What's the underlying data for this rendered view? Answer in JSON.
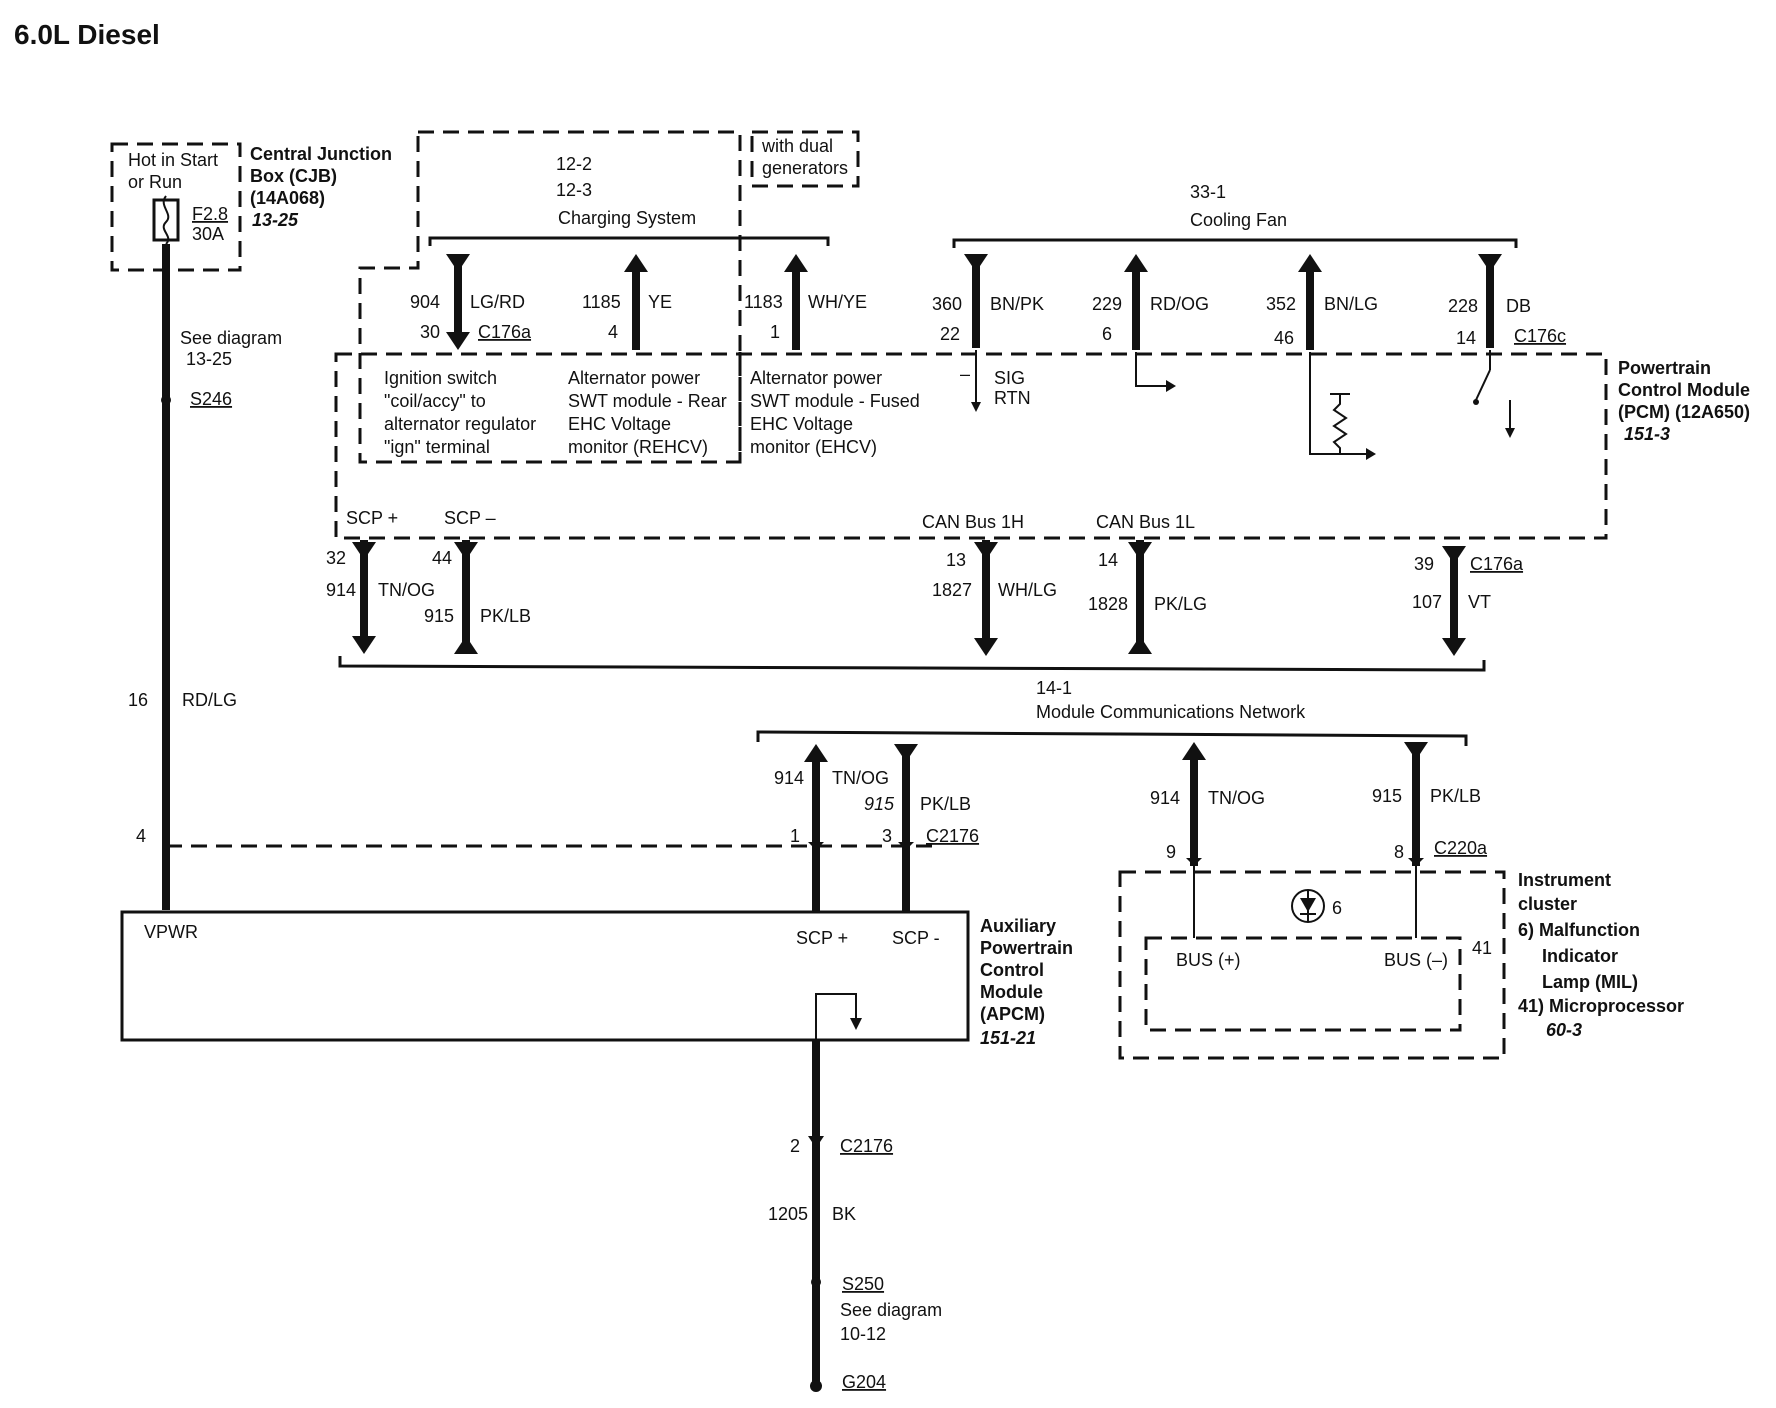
{
  "title": "6.0L Diesel",
  "cjb": {
    "hot": "Hot in Start",
    "or_run": "or Run",
    "name1": "Central Junction",
    "name2": "Box (CJB)",
    "part": "(14A068)",
    "ref": "13-25",
    "fuse": "F2.8",
    "fuse_rating": "30A"
  },
  "charging": {
    "ref1": "12-2",
    "ref2": "12-3",
    "label": "Charging System"
  },
  "dual_gen": {
    "l1": "with dual",
    "l2": "generators"
  },
  "cooling": {
    "ref": "33-1",
    "label": "Cooling Fan"
  },
  "upper_wires": [
    {
      "circuit": "904",
      "color": "LG/RD",
      "pin": "30"
    },
    {
      "circuit": "1185",
      "color": "YE",
      "pin": "4"
    },
    {
      "circuit": "1183",
      "color": "WH/YE",
      "pin": "1"
    },
    {
      "circuit": "360",
      "color": "BN/PK",
      "pin": "22"
    },
    {
      "circuit": "229",
      "color": "RD/OG",
      "pin": "6"
    },
    {
      "circuit": "352",
      "color": "BN/LG",
      "pin": "46"
    },
    {
      "circuit": "228",
      "color": "DB",
      "pin": "14"
    }
  ],
  "conn_c176a_top": "C176a",
  "conn_c176c": "C176c",
  "pcm_texts": {
    "ign1": "Ignition switch",
    "ign2": "\"coil/accy\" to",
    "ign3": "alternator regulator",
    "ign4": "\"ign\" terminal",
    "rear1": "Alternator power",
    "rear2": "SWT module - Rear",
    "rear3": "EHC Voltage",
    "rear4": "monitor (REHCV)",
    "fus1": "Alternator power",
    "fus2": "SWT module - Fused",
    "fus3": "EHC Voltage",
    "fus4": "monitor (EHCV)",
    "sig": "SIG",
    "rtn": "RTN",
    "minus": "–"
  },
  "pcm": {
    "name1": "Powertrain",
    "name2": "Control Module",
    "name3": "(PCM) (12A650)",
    "ref": "151-3"
  },
  "pcm_bottom": {
    "scp_plus": "SCP +",
    "scp_minus": "SCP –",
    "can_h": "CAN Bus 1H",
    "can_l": "CAN Bus 1L"
  },
  "lower_wires": [
    {
      "pin": "32",
      "circuit": "914",
      "color": "TN/OG"
    },
    {
      "pin": "44",
      "circuit": "915",
      "color": "PK/LB"
    },
    {
      "pin": "13",
      "circuit": "1827",
      "color": "WH/LG"
    },
    {
      "pin": "14",
      "circuit": "1828",
      "color": "PK/LG"
    },
    {
      "pin": "39",
      "circuit": "107",
      "color": "VT"
    }
  ],
  "conn_c176a_bottom": "C176a",
  "mcn": {
    "ref": "14-1",
    "label": "Module Communications Network"
  },
  "power_feed": {
    "see": "See diagram",
    "ref": "13-25",
    "splice": "S246",
    "circuit": "16",
    "color": "RD/LG",
    "pin": "4"
  },
  "apcm_wires": [
    {
      "circuit": "914",
      "color": "TN/OG",
      "pin": "1"
    },
    {
      "circuit": "915",
      "color": "PK/LB",
      "pin": "3"
    }
  ],
  "conn_c2176": "C2176",
  "apcm": {
    "vpwr": "VPWR",
    "scp_plus": "SCP +",
    "scp_minus": "SCP -",
    "n1": "Auxiliary",
    "n2": "Powertrain",
    "n3": "Control",
    "n4": "Module",
    "n5": "(APCM)",
    "ref": "151-21"
  },
  "ground": {
    "pin": "2",
    "conn": "C2176",
    "circuit": "1205",
    "color": "BK",
    "splice": "S250",
    "see": "See diagram",
    "ref": "10-12",
    "g": "G204"
  },
  "ic_wires": [
    {
      "circuit": "914",
      "color": "TN/OG",
      "pin": "9"
    },
    {
      "circuit": "915",
      "color": "PK/LB",
      "pin": "8"
    }
  ],
  "conn_c220a": "C220a",
  "ic": {
    "mil_num": "6",
    "bus_plus": "BUS (+)",
    "bus_minus": "BUS (–)",
    "micro_num": "41",
    "n1": "Instrument",
    "n2": "cluster",
    "n3": "6) Malfunction",
    "n4": "Indicator",
    "n5": "Lamp (MIL)",
    "n6": "41) Microprocessor",
    "ref": "60-3"
  }
}
